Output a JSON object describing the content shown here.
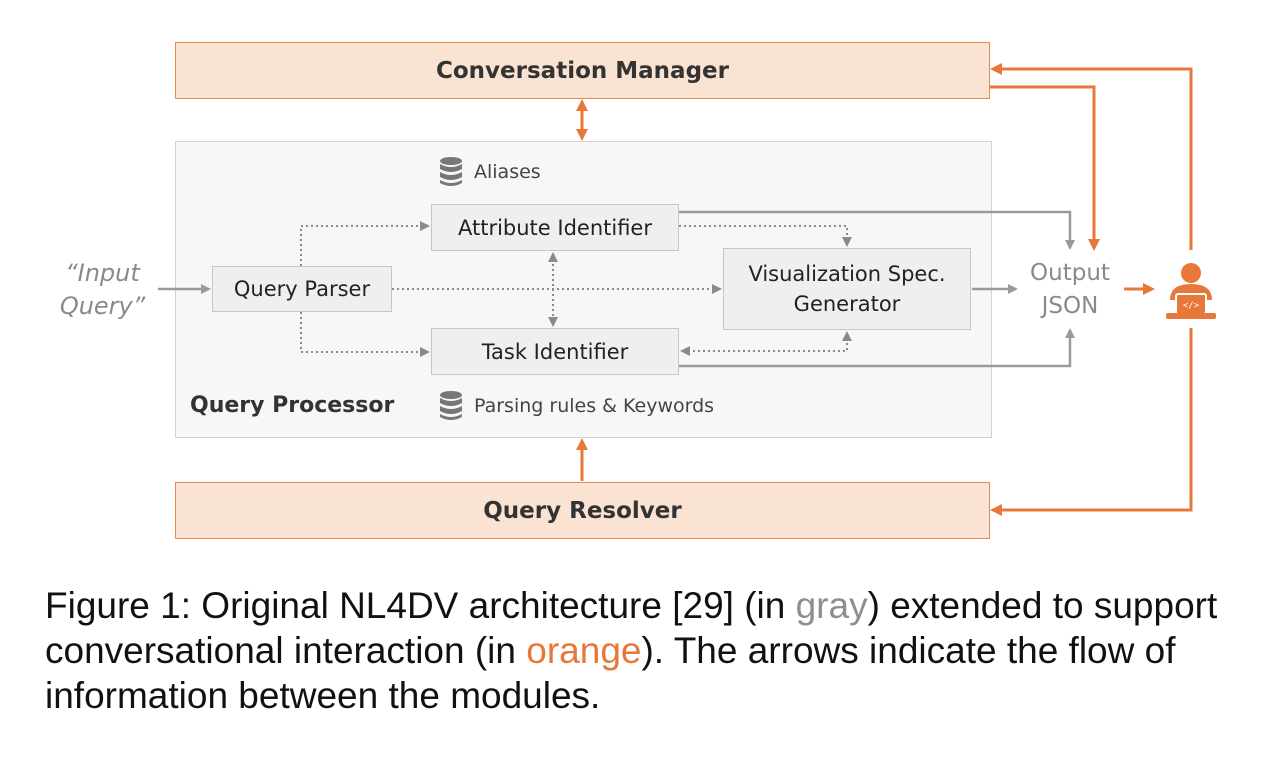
{
  "modules": {
    "conversation_manager": "Conversation Manager",
    "query_resolver": "Query Resolver",
    "query_processor": "Query Processor",
    "attribute_identifier": "Attribute Identifier",
    "query_parser": "Query Parser",
    "task_identifier": "Task Identifier",
    "vis_spec_line1": "Visualization Spec.",
    "vis_spec_line2": "Generator"
  },
  "resources": {
    "aliases": "Aliases",
    "parsing_rules": "Parsing rules & Keywords"
  },
  "io": {
    "input_line1": "“Input",
    "input_line2": "Query”",
    "output_line1": "Output",
    "output_line2": "JSON"
  },
  "icons": {
    "database": "database-icon",
    "user": "developer-user-icon"
  },
  "colors": {
    "orange": "#e8773a",
    "gray": "#8e8e8e"
  },
  "caption": {
    "part1": "Figure 1: Original NL4DV architecture [29] (in ",
    "gray_word": "gray",
    "part2": ") extended to support conversational interaction (in ",
    "orange_word": "orange",
    "part3": "). The arrows indicate the flow of information between the modules."
  }
}
